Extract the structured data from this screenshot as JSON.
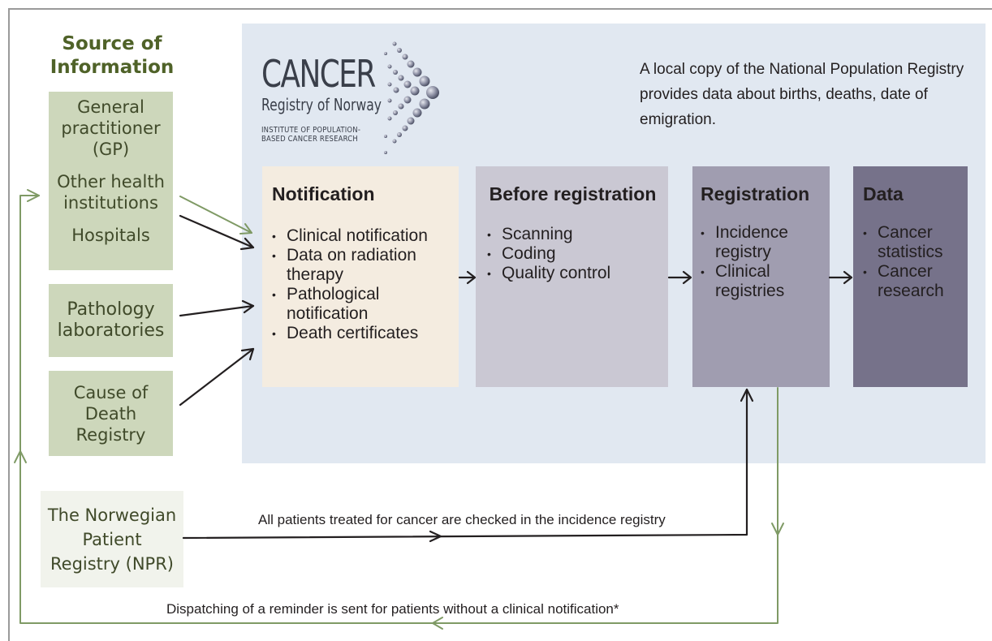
{
  "source": {
    "title_line1": "Source of",
    "title_line2": "Information",
    "box1": {
      "gp": "General practitioner (GP)",
      "other": "Other health institutions",
      "hospitals": "Hospitals"
    },
    "pathology": "Pathology laboratories",
    "cause_of_death": "Cause of Death Registry",
    "npr": [
      "The Norwegian",
      "Patient",
      "Registry (NPR)"
    ]
  },
  "logo": {
    "name": "CANCER",
    "sub": "Registry of Norway",
    "inst_line1": "INSTITUTE OF POPULATION-",
    "inst_line2": "BASED CANCER RESEARCH"
  },
  "info_text": "A local copy of the National Population Registry provides data about births, deaths, date of emigration.",
  "stages": {
    "notification": {
      "title": "Notification",
      "items": [
        "Clinical notification",
        "Data on radiation therapy",
        "Pathological notification",
        "Death certificates"
      ]
    },
    "before": {
      "title": "Before registration",
      "items": [
        "Scanning",
        "Coding",
        "Quality control"
      ]
    },
    "registration": {
      "title": "Registration",
      "items": [
        "Incidence registry",
        "Clinical registries"
      ]
    },
    "data": {
      "title": "Data",
      "items": [
        "Cancer statistics",
        "Cancer research"
      ]
    }
  },
  "edges": {
    "npr_check": "All patients treated for cancer are checked in the incidence registry",
    "reminder": "Dispatching of a reminder is sent for patients without a clinical notification*"
  },
  "colors": {
    "panel": "#e1e8f1",
    "source_box": "#cdd7bb",
    "source_title": "#4f6228",
    "notification": "#f4ece0",
    "before": "#cac8d3",
    "registration": "#a09db0",
    "data": "#76728a",
    "green_arrow": "#7f9a65"
  }
}
